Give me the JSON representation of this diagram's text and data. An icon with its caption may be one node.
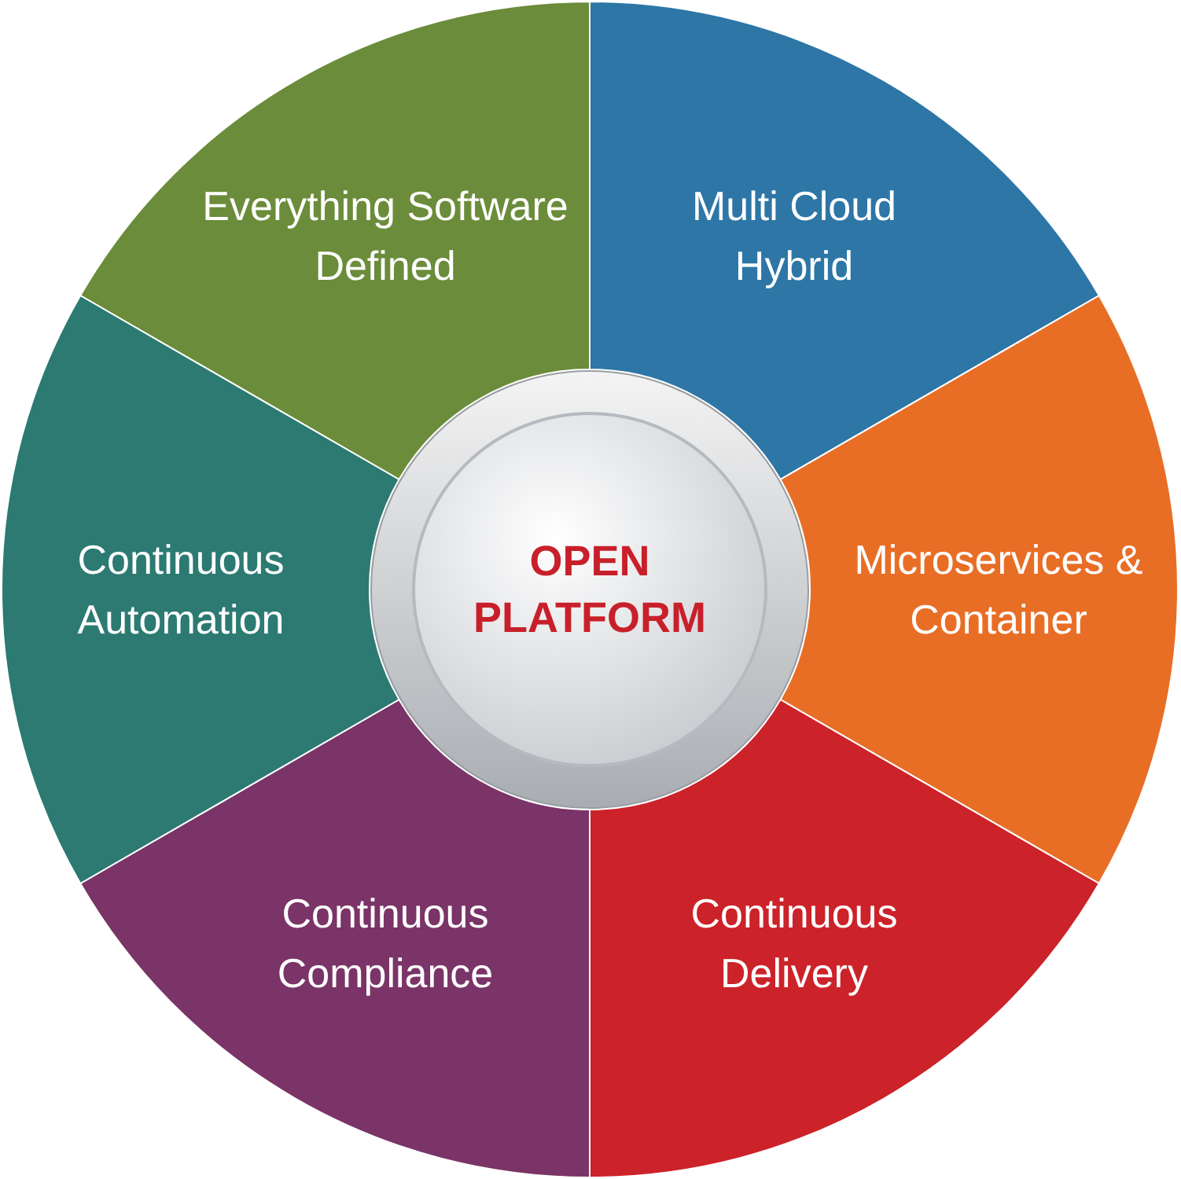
{
  "diagram": {
    "nodes": [
      {
        "text": [
          "OPEN PLATFORM"
        ]
      },
      {
        "text": [
          "Everything Software Defined"
        ]
      },
      {
        "text": [
          "Multi Cloud Hybrid"
        ]
      },
      {
        "text": [
          "Microservices & Container"
        ]
      },
      {
        "text": [
          "Continuous Delivery"
        ]
      },
      {
        "text": [
          "Continuous Compliance"
        ]
      },
      {
        "text": [
          "Continuous Automation"
        ]
      }
    ]
  }
}
